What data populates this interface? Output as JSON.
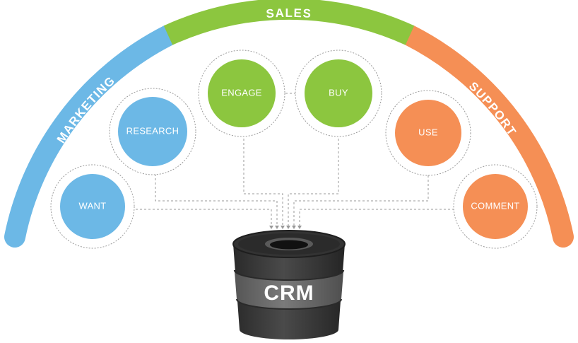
{
  "colors": {
    "marketing": "#6cb8e6",
    "sales": "#8cc63f",
    "support": "#f58f55",
    "connector": "#9a9a9a",
    "crm_body": "#3a3a3a",
    "crm_band": "#6b6b6b"
  },
  "arc": {
    "marketing_label": "MARKETING",
    "sales_label": "SALES",
    "support_label": "SUPPORT"
  },
  "nodes": {
    "want": "WANT",
    "research": "RESEARCH",
    "engage": "ENGAGE",
    "buy": "BUY",
    "use": "USE",
    "comment": "COMMENT"
  },
  "crm": {
    "label": "CRM",
    "icon": "database-cylinder-icon"
  }
}
